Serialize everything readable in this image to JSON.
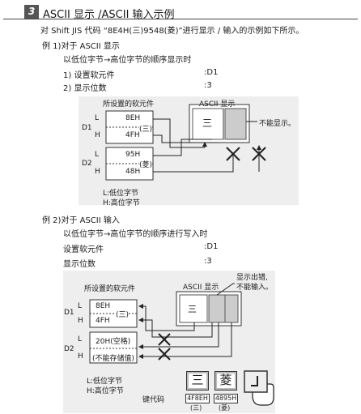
{
  "header": {
    "number": "3",
    "title": "ASCII 显示 /ASCII 输入示例"
  },
  "intro": "对 Shift JIS 代码 “8E4H(三)9548(菱)”进行显示 / 输入的示例如下所示。",
  "example1": {
    "title": "例 1)对于 ASCII 显示",
    "subtitle": "以低位字节→高位字节的顺序显示时",
    "setting1_label": "1) 设置软元件",
    "setting1_value": ":D1",
    "setting2_label": "2) 显示位数",
    "setting2_value": ":3",
    "diagram": {
      "device_label": "所设置的软元件",
      "display_label": "ASCII 显示",
      "d1": "D1",
      "d2": "D2",
      "l": "L",
      "h": "H",
      "d1_low": "8EH",
      "d1_high": "4FH",
      "d1_char": "(三)",
      "d2_low": "95H",
      "d2_high": "48H",
      "d2_char": "(菱)",
      "disp_char": "三",
      "not_displayable": "不能显示。",
      "legend_low": "L:低位字节",
      "legend_high": "H:高位字节"
    }
  },
  "example2": {
    "title": "例 2)对于 ASCII 输入",
    "subtitle": "以低位字节→高位字节的顺序进行写入时",
    "setting1_label": "设置软元件",
    "setting1_value": ":D1",
    "setting2_label": "显示位数",
    "setting2_value": ":3",
    "diagram": {
      "device_label": "所设置的软元件",
      "display_label": "ASCII 显示",
      "error_line1": "显示出错,",
      "error_line2": "不能输入。",
      "d1": "D1",
      "d2": "D2",
      "l": "L",
      "h": "H",
      "d1_low": "8EH",
      "d1_high": "4FH",
      "d1_char": "(三)",
      "d2_low": "20H(空格)",
      "d2_high": "(不能存储值)",
      "disp_char": "三",
      "legend_low": "L:低位字节",
      "legend_high": "H:高位字节",
      "keycode_label": "键代码",
      "key1_char": "三",
      "key2_char": "菱",
      "key1_code": "4F8EH",
      "key2_code": "4895H",
      "key1_sub": "(三)",
      "key2_sub": "(菱)"
    }
  }
}
